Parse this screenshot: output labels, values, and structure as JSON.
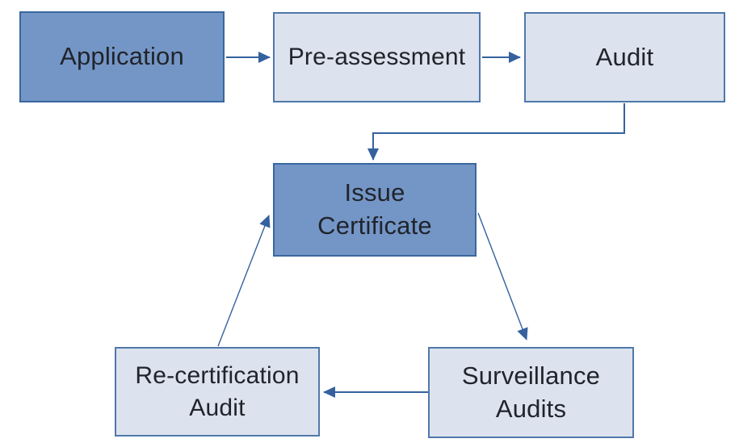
{
  "diagram": {
    "type": "flowchart",
    "subject": "certification-process",
    "nodes": [
      {
        "id": "application",
        "label": "Application",
        "lines": [
          "Application"
        ],
        "style": "primary"
      },
      {
        "id": "pre-assessment",
        "label": "Pre-assessment",
        "lines": [
          "Pre-assessment"
        ],
        "style": "secondary"
      },
      {
        "id": "audit",
        "label": "Audit",
        "lines": [
          "Audit"
        ],
        "style": "secondary"
      },
      {
        "id": "issue-certificate",
        "label": "Issue Certificate",
        "lines": [
          "Issue",
          "Certificate"
        ],
        "style": "primary"
      },
      {
        "id": "re-certification-audit",
        "label": "Re-certification Audit",
        "lines": [
          "Re-certification",
          "Audit"
        ],
        "style": "secondary"
      },
      {
        "id": "surveillance-audits",
        "label": "Surveillance Audits",
        "lines": [
          "Surveillance",
          "Audits"
        ],
        "style": "secondary"
      }
    ],
    "edges": [
      {
        "from": "Application",
        "to": "Pre-assessment",
        "shape": "straight-right"
      },
      {
        "from": "Pre-assessment",
        "to": "Audit",
        "shape": "straight-right"
      },
      {
        "from": "Audit",
        "to": "Issue Certificate",
        "shape": "elbow-down-left-down"
      },
      {
        "from": "Issue Certificate",
        "to": "Surveillance Audits",
        "shape": "diagonal-down-right"
      },
      {
        "from": "Surveillance Audits",
        "to": "Re-certification Audit",
        "shape": "straight-left"
      },
      {
        "from": "Re-certification Audit",
        "to": "Issue Certificate",
        "shape": "diagonal-up-right"
      }
    ],
    "colors": {
      "primary_fill": "#7496c6",
      "primary_border": "#39679f",
      "secondary_fill": "#dce3ee",
      "secondary_border": "#5078aa",
      "arrow": "#35629e",
      "text": "#20242b",
      "background": "#ffffff"
    }
  }
}
